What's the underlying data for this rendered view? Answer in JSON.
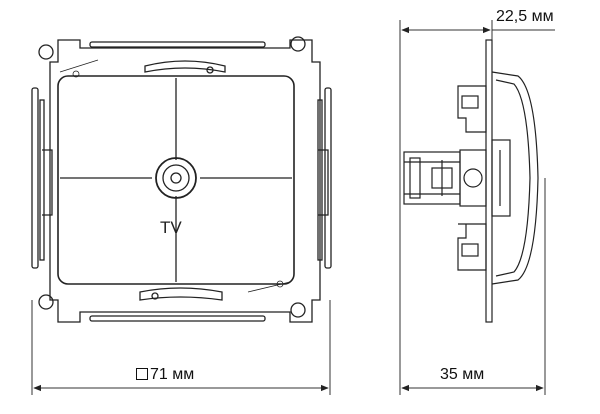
{
  "front_view": {
    "socket_label": "TV"
  },
  "dimensions": {
    "width_label": "71 мм",
    "depth_label": "35 мм",
    "frame_offset_label": "22,5 мм"
  },
  "colors": {
    "line": "#222222",
    "dimension_line": "#333333",
    "background": "#ffffff"
  }
}
